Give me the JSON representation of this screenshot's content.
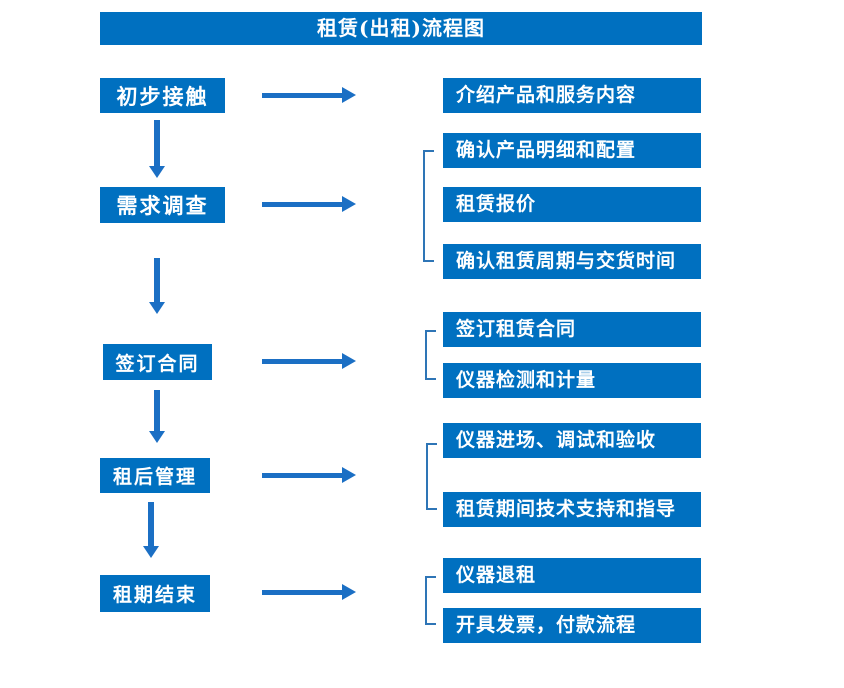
{
  "title": "租赁(出租)流程图",
  "colors": {
    "box_fill": "#0070C0",
    "arrow": "#1B6FC4",
    "bracket": "#2E75B6",
    "text": "#FFFFFF",
    "background": "#FFFFFF"
  },
  "rows": [
    {
      "stage": "初步接触",
      "details": [
        "介绍产品和服务内容"
      ]
    },
    {
      "stage": "需求调查",
      "details": [
        "确认产品明细和配置",
        "租赁报价",
        "确认租赁周期与交货时间"
      ]
    },
    {
      "stage": "签订合同",
      "details": [
        "签订租赁合同",
        "仪器检测和计量"
      ]
    },
    {
      "stage": "租后管理",
      "details": [
        "仪器进场、调试和验收",
        "租赁期间技术支持和指导"
      ]
    },
    {
      "stage": "租期结束",
      "details": [
        "仪器退租",
        "开具发票，付款流程"
      ]
    }
  ]
}
